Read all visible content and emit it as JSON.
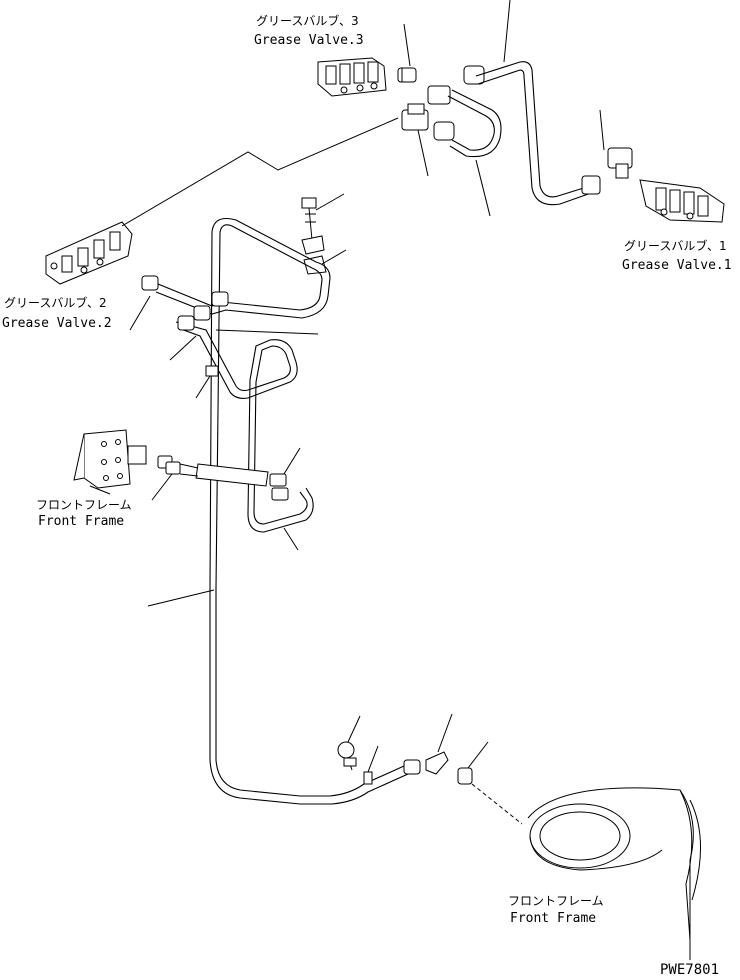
{
  "labels": {
    "valve3_jp": "グリースバルブ、3",
    "valve3_en": "Grease Valve.3",
    "valve1_jp": "グリースバルブ、1",
    "valve1_en": "Grease Valve.1",
    "valve2_jp": "グリースバルブ、2",
    "valve2_en": "Grease Valve.2",
    "frame_left_jp": "フロントフレーム",
    "frame_left_en": "Front Frame",
    "frame_right_jp": "フロントフレーム",
    "frame_right_en": "Front Frame",
    "drawing_code": "PWE7801"
  }
}
